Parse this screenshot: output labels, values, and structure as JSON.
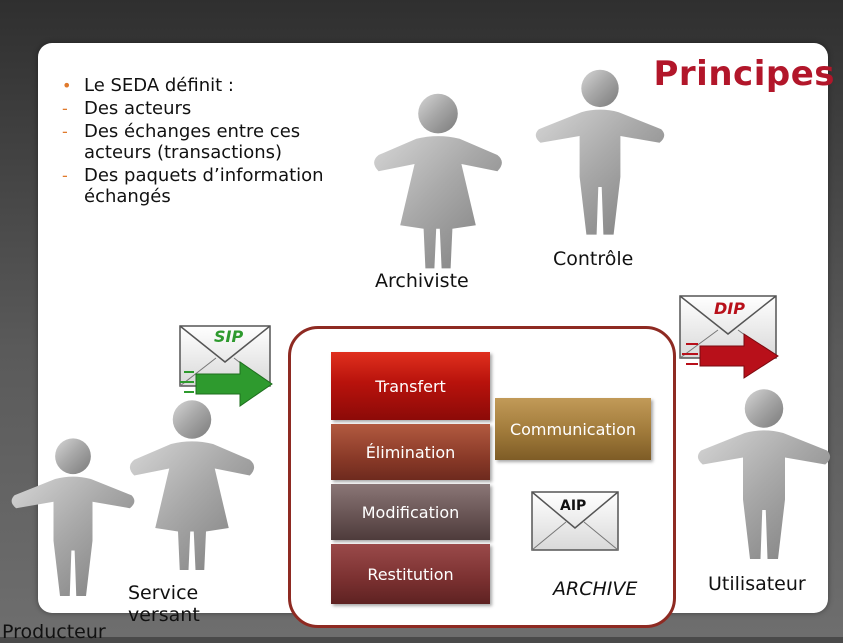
{
  "title": "Principes",
  "bullets": [
    {
      "mark": "•",
      "text": "Le SEDA définit :"
    },
    {
      "mark": "-",
      "text": "Des acteurs"
    },
    {
      "mark": "-",
      "text": "Des échanges entre ces acteurs (transactions)"
    },
    {
      "mark": "-",
      "text": "Des paquets d’information échangés"
    }
  ],
  "actors": {
    "archiviste": "Archiviste",
    "controle": "Contrôle",
    "producteur": "Producteur",
    "service_versant": "Service versant",
    "utilisateur": "Utilisateur"
  },
  "envelopes": {
    "sip": "SIP",
    "dip": "DIP",
    "aip": "AIP"
  },
  "processes": {
    "transfert": "Transfert",
    "elimination": "Élimination",
    "modification": "Modification",
    "restitution": "Restitution",
    "communication": "Communication"
  },
  "archive_label": "ARCHIVE",
  "colors": {
    "title": "#b2162a",
    "archive_border": "#8e2a22",
    "transfert": "#c0150f",
    "elimination": "#96402c",
    "modification": "#6c5a5a",
    "restitution": "#7e3a3a",
    "communication": "#a07a3a",
    "sip_arrow": "#2e9a2e",
    "dip_arrow": "#b8101a"
  }
}
